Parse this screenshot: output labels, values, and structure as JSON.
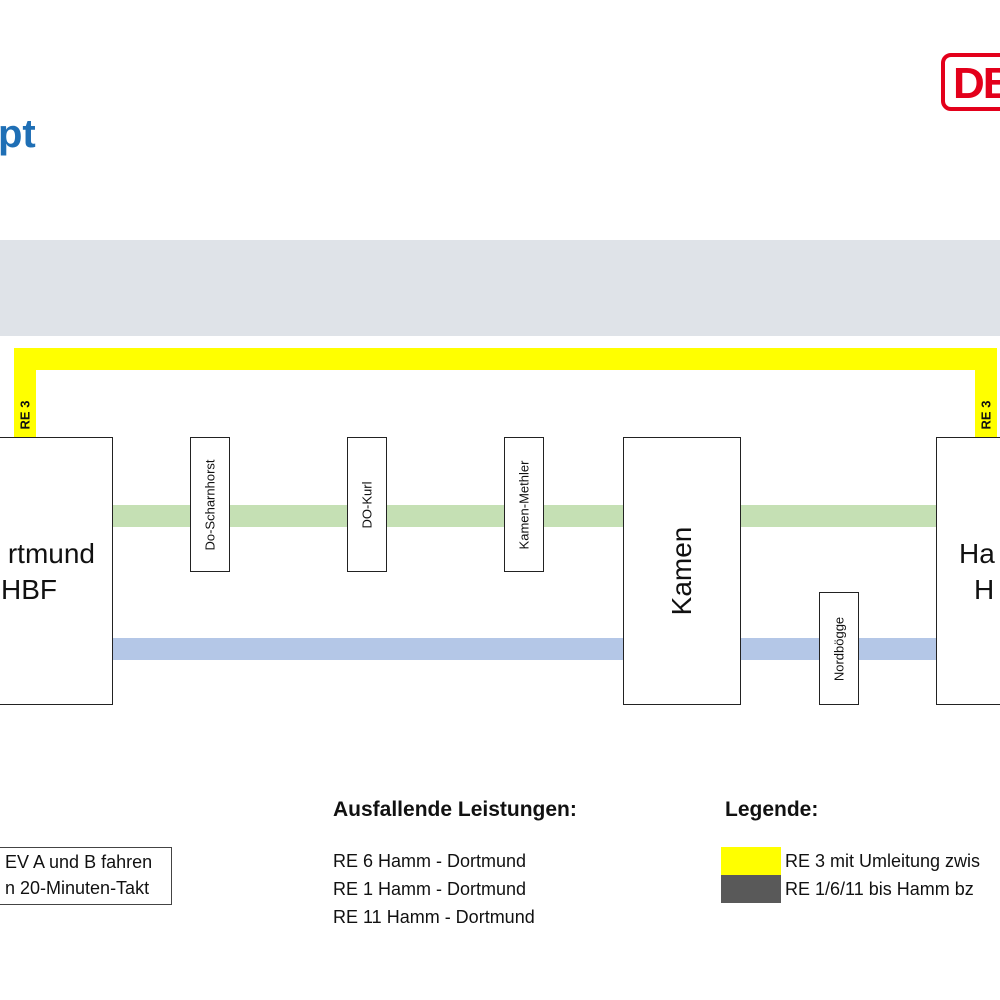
{
  "header": {
    "title": "pt",
    "logo_text": "DB"
  },
  "routes": {
    "re3_label": "RE 3"
  },
  "stations": {
    "dortmund": [
      "rtmund",
      "HBF"
    ],
    "do_scharnhorst": "Do-Scharnhorst",
    "do_kurl": "DO-Kurl",
    "kamen_methler": "Kamen-Methler",
    "kamen": "Kamen",
    "nordboegge": "Nordbögge",
    "hamm": [
      "Ha",
      "H"
    ]
  },
  "note": {
    "lines": [
      "EV A und B fahren",
      "n 20-Minuten-Takt"
    ]
  },
  "ausfallend": {
    "heading": "Ausfallende Leistungen:",
    "items": [
      "RE 6 Hamm - Dortmund",
      "RE 1 Hamm - Dortmund",
      "RE 11 Hamm - Dortmund"
    ]
  },
  "legende": {
    "heading": "Legende:",
    "items": [
      {
        "color": "#ffff00",
        "text": "RE 3 mit Umleitung zwis"
      },
      {
        "color": "#595959",
        "text": "RE 1/6/11 bis Hamm bz"
      }
    ]
  },
  "colors": {
    "re3": "#ffff00",
    "green_line": "#c5e0b4",
    "blue_line": "#b4c7e7",
    "title": "#1f6fb5",
    "db_red": "#e3001b"
  }
}
